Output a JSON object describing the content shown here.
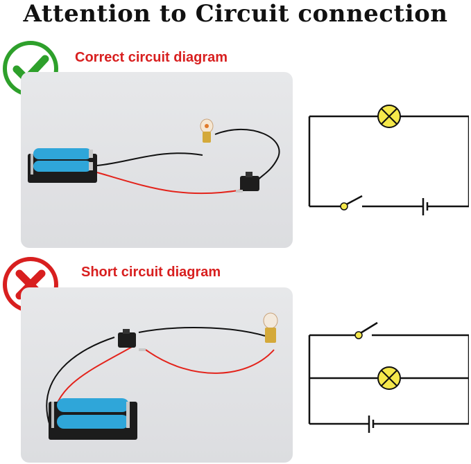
{
  "title": "Attention to Circuit connection",
  "sections": [
    {
      "label": "Correct circuit diagram",
      "status": "correct",
      "badge_icon": "check-icon",
      "badge_color": "#2ea02b"
    },
    {
      "label": "Short circuit diagram",
      "status": "incorrect",
      "badge_icon": "cross-icon",
      "badge_color": "#d81f1f"
    }
  ],
  "colors": {
    "title": "#111111",
    "label": "#d81f1f",
    "battery": "#2fa6d9",
    "lamp": "#f5e84b",
    "wire_red": "#e3231b",
    "wire_black": "#111111"
  }
}
